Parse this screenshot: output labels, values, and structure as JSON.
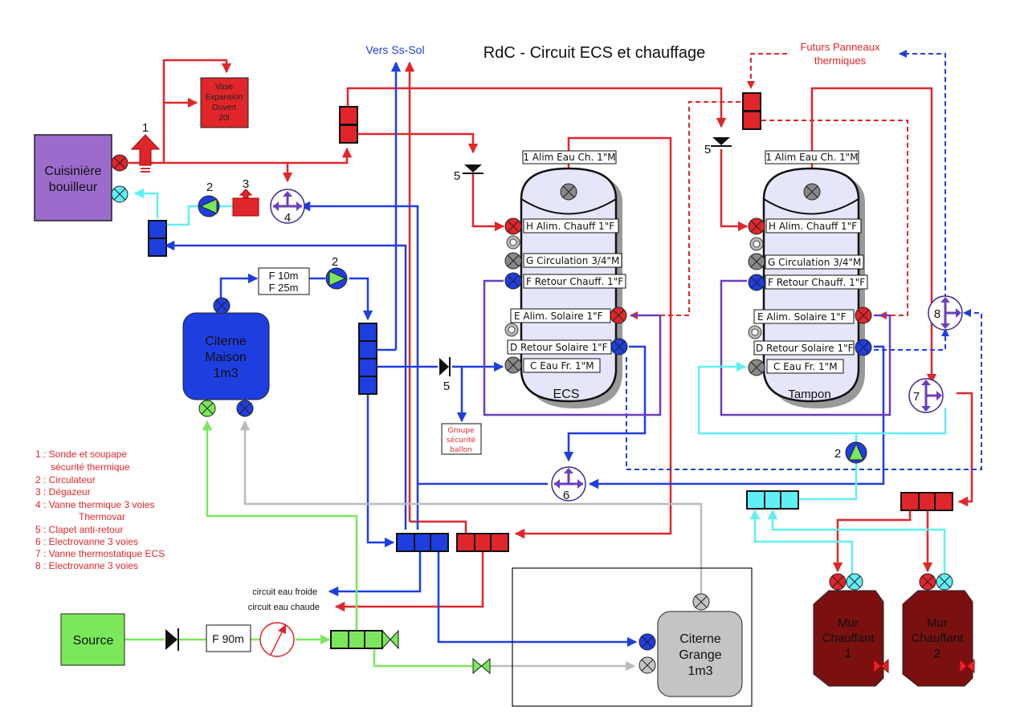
{
  "title": "RdC - Circuit ECS et chauffage",
  "colors": {
    "hot": "#e0262a",
    "cold": "#1f3ee0",
    "return_cyan": "#5ef0f5",
    "source_green": "#7ae85a",
    "grey": "#bbbbbb",
    "purple": "#6a3fbf",
    "stove": "#9b6ccc",
    "tank_ecs": "#e6e6fa",
    "wall_heater": "#7a1010"
  },
  "top_labels": {
    "vers_ss_sol": "Vers Ss-Sol",
    "futurs_panneaux_1": "Futurs Panneaux",
    "futurs_panneaux_2": "thermiques"
  },
  "stove": {
    "line1": "Cuisinière",
    "line2": "bouilleur"
  },
  "expansion_vessel": {
    "line1": "Vase",
    "line2": "Expansion",
    "line3": "Ouvert",
    "line4": "20l"
  },
  "citerne_maison": {
    "line1": "Citerne",
    "line2": "Maison",
    "line3": "1m3"
  },
  "citerne_grange": {
    "line1": "Citerne",
    "line2": "Grange",
    "line3": "1m3"
  },
  "filter_maison": {
    "line1": "F 10m",
    "line2": "F 25m"
  },
  "filter_source": "F 90m",
  "source": "Source",
  "groupe_securite": {
    "line1": "Groupe",
    "line2": "sécurité",
    "line3": "ballon"
  },
  "circuit_labels": {
    "froide": "circuit eau froide",
    "chaude": "circuit eau chaude"
  },
  "tank_ecs": {
    "name": "ECS",
    "ports": {
      "top": "1 Alim Eau Ch. 1\"M",
      "H": "H Alim. Chauff 1\"F",
      "G": "G Circulation 3/4\"M",
      "F": "F Retour Chauff. 1\"F",
      "E": "E Alim. Solaire 1\"F",
      "D": "D Retour Solaire 1\"F",
      "C": "C Eau Fr. 1\"M"
    }
  },
  "tank_tampon": {
    "name": "Tampon",
    "ports": {
      "top": "1 Alim Eau Ch. 1\"M",
      "H": "H Alim. Chauff 1\"F",
      "G": "G Circulation 3/4\"M",
      "F": "F Retour Chauff. 1\"F",
      "E": "E Alim. Solaire 1\"F",
      "D": "D Retour Solaire 1\"F",
      "C": "C Eau Fr. 1\"M"
    }
  },
  "wall_heaters": [
    {
      "line1": "Mur",
      "line2": "Chauffant",
      "line3": "1"
    },
    {
      "line1": "Mur",
      "line2": "Chauffant",
      "line3": "2"
    }
  ],
  "component_numbers": {
    "sonde": "1",
    "circulateur": "2",
    "degazeur": "3",
    "vanne4": "4",
    "clapet": "5",
    "electrovanne6": "6",
    "vanne7": "7",
    "electrovanne8": "8"
  },
  "legend": [
    "1 : Sonde et soupape",
    "sécurité thermique",
    "2 : Circulateur",
    "3 : Dégazeur",
    "4 : Vanne thermique 3 voies",
    "Thermovar",
    "5 : Clapet anti-retour",
    "6 : Electrovanne 3 voies",
    "7 : Vanne thermostatique ECS",
    "8 : Electrovanne 3 voies"
  ]
}
